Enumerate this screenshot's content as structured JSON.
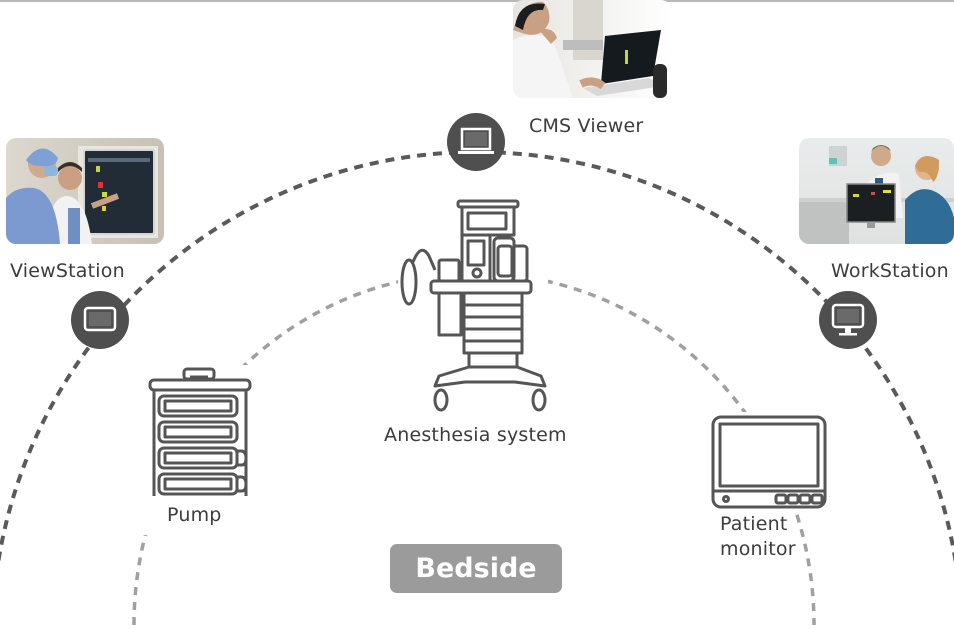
{
  "diagram": {
    "central_label": "Bedside",
    "outer_ring": {
      "style": "dashed",
      "color": "#5a5a5a",
      "nodes": [
        {
          "id": "viewstation",
          "label": "ViewStation",
          "icon": "wall-display-icon",
          "photo": "clinicians-at-wall-display"
        },
        {
          "id": "cms-viewer",
          "label": "CMS Viewer",
          "icon": "laptop-icon",
          "photo": "doctor-at-laptop"
        },
        {
          "id": "workstation",
          "label": "WorkStation",
          "icon": "desktop-monitor-icon",
          "photo": "nurse-at-workstation"
        }
      ]
    },
    "inner_ring": {
      "style": "dashed",
      "color": "#9a9a9a",
      "devices": [
        {
          "id": "pump",
          "label": "Pump",
          "icon": "infusion-pump-icon"
        },
        {
          "id": "anesthesia",
          "label": "Anesthesia system",
          "icon": "anesthesia-machine-icon"
        },
        {
          "id": "patient-monitor",
          "label": "Patient monitor",
          "label_lines": [
            "Patient",
            "monitor"
          ],
          "icon": "patient-monitor-icon"
        }
      ]
    },
    "colors": {
      "icon_stroke": "#555555",
      "node_fill": "#4f4f4f",
      "badge_fill": "#9b9b9b",
      "badge_text": "#ffffff"
    }
  }
}
